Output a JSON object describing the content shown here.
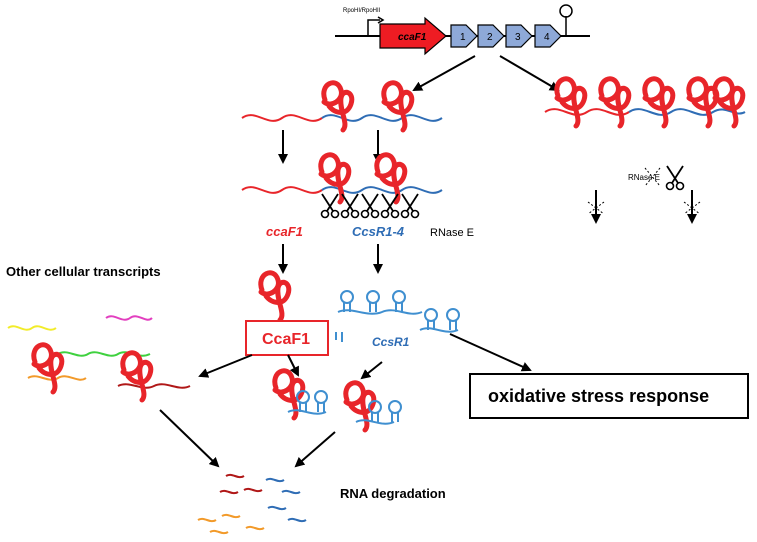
{
  "operon": {
    "promoter_label": "RpoHI/RpoHII",
    "gene_label": "ccaF1",
    "repeat_labels": [
      "1",
      "2",
      "3",
      "4"
    ]
  },
  "labels": {
    "ccaF1_transcript": "ccaF1",
    "ccsR_transcripts": "CcsR1-4",
    "rnase_e": "RNase E",
    "rnase_e_inactive": "RNase E",
    "other_transcripts": "Other cellular transcripts",
    "ccaF1_protein": "CcaF1",
    "ccsR1": "CcsR1",
    "oxidative_stress": "oxidative stress response",
    "rna_degradation": "RNA degradation"
  },
  "colors": {
    "rna_red": "#e8252a",
    "rna_blue": "#2f6db5",
    "ccsr_blue": "#3f8fd0",
    "gene_red": "#ee1c23",
    "gene_blue": "#8ea9d8",
    "yellow": "#f2ec2a",
    "magenta": "#e23fbf",
    "green": "#3fd13f",
    "orange": "#f29a2a",
    "dark_red": "#b01818",
    "arrow": "#000000"
  }
}
